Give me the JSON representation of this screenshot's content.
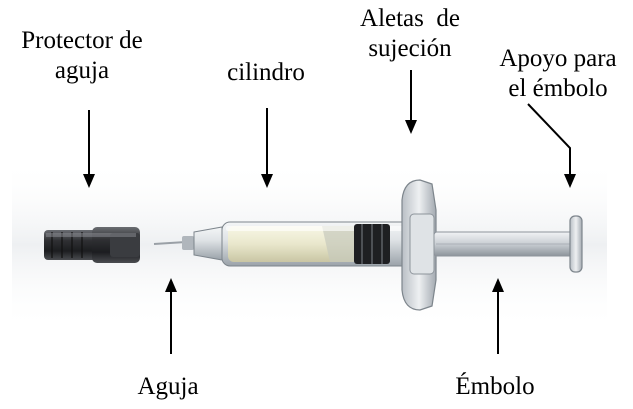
{
  "labels": {
    "protector_line1": "Protector de",
    "protector_line2": "aguja",
    "cilindro": "cilindro",
    "aletas_line1": "Aletas  de",
    "aletas_line2": "sujeción",
    "apoyo_line1": "Apoyo para",
    "apoyo_line2": "el émbolo",
    "aguja": "Aguja",
    "embolo": "Émbolo"
  },
  "colors": {
    "text": "#000000",
    "arrow": "#000000",
    "needle_cap": "#2f3033",
    "barrel_fluid": "#e9e7cc",
    "barrel_glass": "#dfe3e6",
    "plunger": "#c9ced3",
    "stopper": "#1e1f22",
    "background_band": "#f6f7f8"
  },
  "icons": [
    "syringe-illustration",
    "arrow-down-icon",
    "arrow-up-icon"
  ]
}
